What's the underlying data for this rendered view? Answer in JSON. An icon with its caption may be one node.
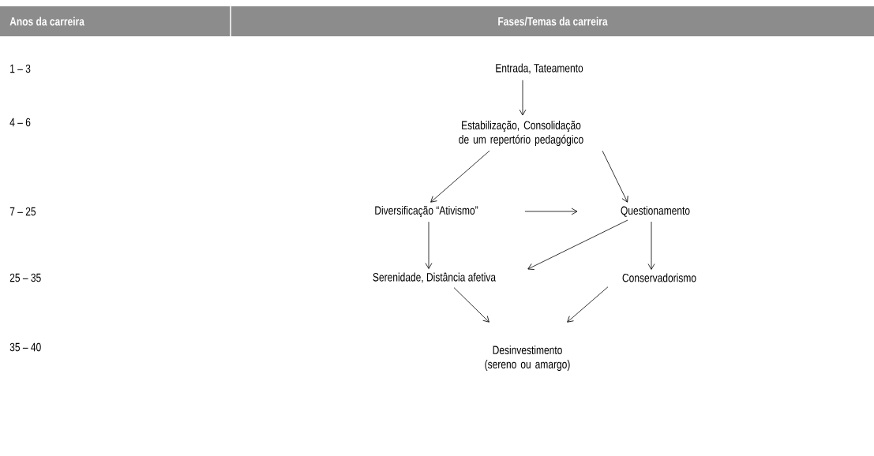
{
  "diagram": {
    "nodes": [
      {
        "text": [
          "Entrada, Tateamento"
        ]
      },
      {
        "text": [
          "Estabilização, Consolidação de um repertório pedagógico"
        ]
      },
      {
        "text": [
          "Diversificação “Ativismo”"
        ]
      },
      {
        "text": [
          "Questionamento"
        ]
      },
      {
        "text": [
          "Serenidade, Distância afetiva"
        ]
      },
      {
        "text": [
          "Conservadorismo"
        ]
      },
      {
        "text": [
          "Desinvestimento (sereno ou amargo)"
        ]
      }
    ],
    "edges": [
      {
        "from": 0,
        "to": 1,
        "arrow": "to"
      },
      {
        "from": 1,
        "to": 2,
        "arrow": "to"
      },
      {
        "from": 1,
        "to": 3,
        "arrow": "to"
      },
      {
        "from": 2,
        "to": 3,
        "arrow": "to"
      },
      {
        "from": 2,
        "to": 4,
        "arrow": "to"
      },
      {
        "from": 3,
        "to": 4,
        "arrow": "to"
      },
      {
        "from": 3,
        "to": 5,
        "arrow": "to"
      },
      {
        "from": 4,
        "to": 6,
        "arrow": "to"
      },
      {
        "from": 5,
        "to": 6,
        "arrow": "to"
      }
    ],
    "labels": [
      "Anos da carreira",
      "Fases/Temas da carreira",
      "1 – 3",
      "4 – 6",
      "7 – 25",
      "25 – 35",
      "35 – 40"
    ]
  }
}
